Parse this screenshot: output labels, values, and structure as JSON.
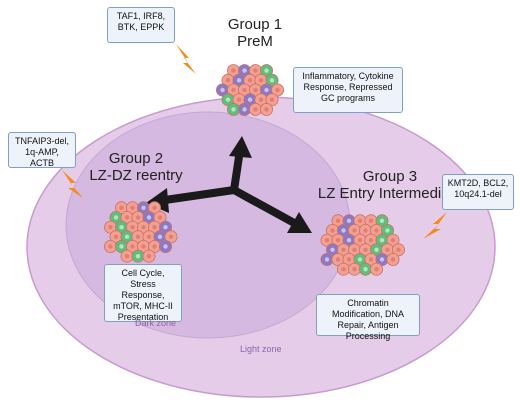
{
  "zones": {
    "light_zone_label": "Light zone",
    "dark_zone_label": "Dark zone",
    "light_zone_color": "#e5cde9",
    "dark_zone_color": "#d6b9e0"
  },
  "groups": [
    {
      "title_line1": "Group 1",
      "title_line2": "PreM",
      "mutations": "TAF1, IRF8, BTK, EPPK",
      "programs": "Inflammatory, Cytokine Response, Repressed GC programs"
    },
    {
      "title_line1": "Group 2",
      "title_line2": "LZ-DZ reentry",
      "mutations": "TNFAIP3-del, 1q-AMP, ACTB",
      "programs": "Cell Cycle, Stress Response, mTOR, MHC-II Presentation"
    },
    {
      "title_line1": "Group 3",
      "title_line2": "LZ Entry Intermediate",
      "mutations": "KMT2D, BCL2, 10q24.1-del",
      "programs": "Chromatin Modification, DNA Repair, Antigen Processing"
    }
  ],
  "colors": {
    "box_fill": "#eef3fb",
    "box_border": "#7f9fc9",
    "arrow": "#1a1a1a",
    "lightning": "#f28c1a",
    "cell_pink": "#f2a091",
    "cell_purple": "#8c79c6",
    "cell_green": "#5fbf7a"
  }
}
